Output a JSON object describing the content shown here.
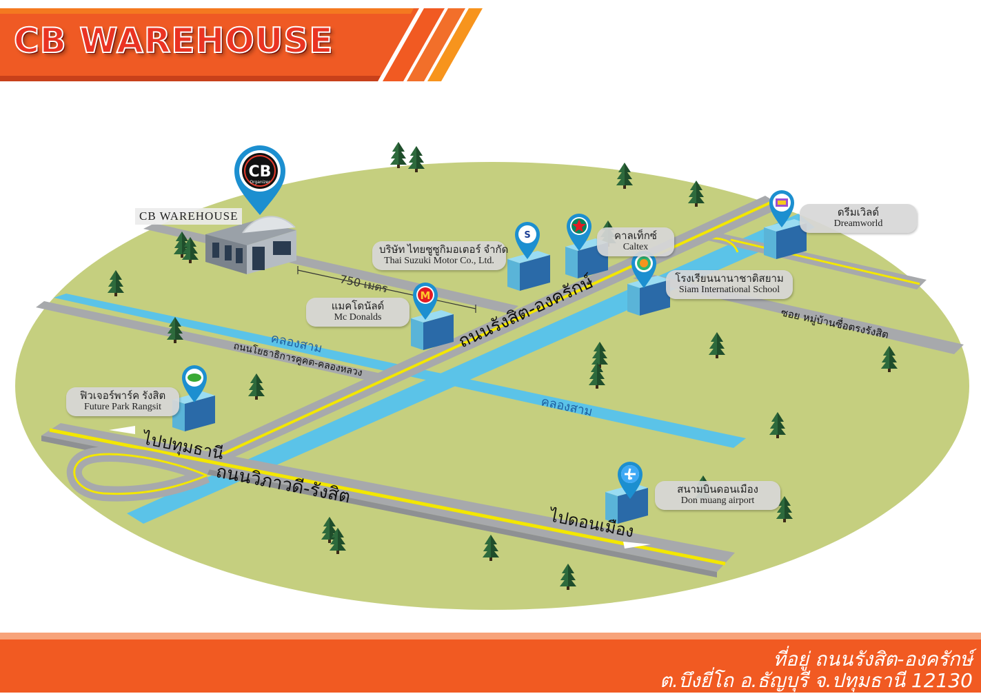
{
  "header": {
    "title": "CB WAREHOUSE"
  },
  "colors": {
    "orange": "#f15a22",
    "grass": "#c5cf7f",
    "road": "#a7a9ac",
    "canal": "#5bc3e8",
    "building": "#5ab4d8"
  },
  "warehouse": {
    "label": "CB WAREHOUSE",
    "pin_text": "CB",
    "pin_subtext": "Organizer",
    "distance": "750 เมตร"
  },
  "landmarks": [
    {
      "id": "dreamworld",
      "th": "ดรีมเวิลด์",
      "en": "Dreamworld",
      "icon": "dreamworld-logo-icon"
    },
    {
      "id": "caltex",
      "th": "คาลเท็กซ์",
      "en": "Caltex",
      "icon": "caltex-star-icon"
    },
    {
      "id": "suzuki",
      "th": "บริษัท ไทยซูซูกิมอเตอร์ จำกัด",
      "en": "Thai Suzuki Motor Co., Ltd.",
      "icon": "suzuki-logo-icon"
    },
    {
      "id": "siam-school",
      "th": "โรงเรียนนานาชาติสยาม",
      "en": "Siam International School",
      "icon": "school-logo-icon"
    },
    {
      "id": "mcdonalds",
      "th": "แมคโดนัลด์",
      "en": "Mc Donalds",
      "icon": "mcdonalds-logo-icon"
    },
    {
      "id": "future-park",
      "th": "ฟิวเจอร์พาร์ค รังสิต",
      "en": "Future Park Rangsit",
      "icon": "future-park-logo-icon"
    },
    {
      "id": "don-muang",
      "th": "สนามบินดอนเมือง",
      "en": "Don muang airport",
      "icon": "airplane-icon"
    }
  ],
  "roads": {
    "rangsit_ongkharak": "ถนนรังสิต-องครักษ์",
    "vibhavadi_rangsit": "ถนนวิภาวดี-รังสิต",
    "to_pathum_thani": "ไปปทุมธานี",
    "to_don_muang": "ไปดอนเมือง",
    "yothathikan": "ถนนโยธาธิการคูคต-คลองหลวง",
    "soi_village": "ซอย หมู่บ้านซื่อตรงรังสิต",
    "khlong_sam_1": "คลองสาม",
    "khlong_sam_2": "คลองสาม"
  },
  "footer": {
    "address_line1": "ที่อยู่ ถนนรังสิต-องครักษ์",
    "address_line2": "ต.บึงยี่โถ อ.ธัญบุรี จ.ปทุมธานี 12130"
  }
}
